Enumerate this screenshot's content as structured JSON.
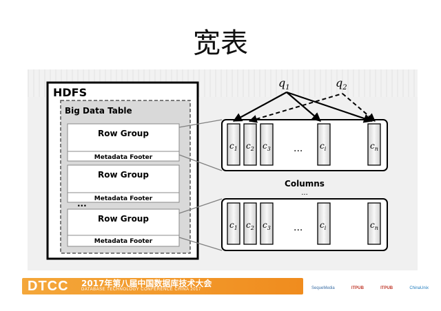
{
  "slide_title": "宽表",
  "diagram": {
    "hdfs_label": "HDFS",
    "table_label": "Big Data Table",
    "row_group_label": "Row Group",
    "footer_label": "Metadata Footer",
    "ellipsis": "...",
    "columns_label": "Columns",
    "column_labels": [
      "c1",
      "c2",
      "c3",
      "ci",
      "cn"
    ],
    "queries": [
      "q1",
      "q2"
    ]
  },
  "footer": {
    "logo": "DTCC",
    "title": "2017年第八届中国数据库技术大会",
    "subtitle": "DATABASE TECHNOLOGY CONFERENCE CHINA 2017",
    "sponsors": [
      "SequeMedia",
      "ITPUB",
      "ITPUB",
      "ChinaUnix"
    ]
  },
  "colors": {
    "line": "#000000",
    "connector": "#808080",
    "dashed_box": "#666666",
    "table_fill": "#d9d9d9",
    "footer_orange": "#f08c1e"
  }
}
